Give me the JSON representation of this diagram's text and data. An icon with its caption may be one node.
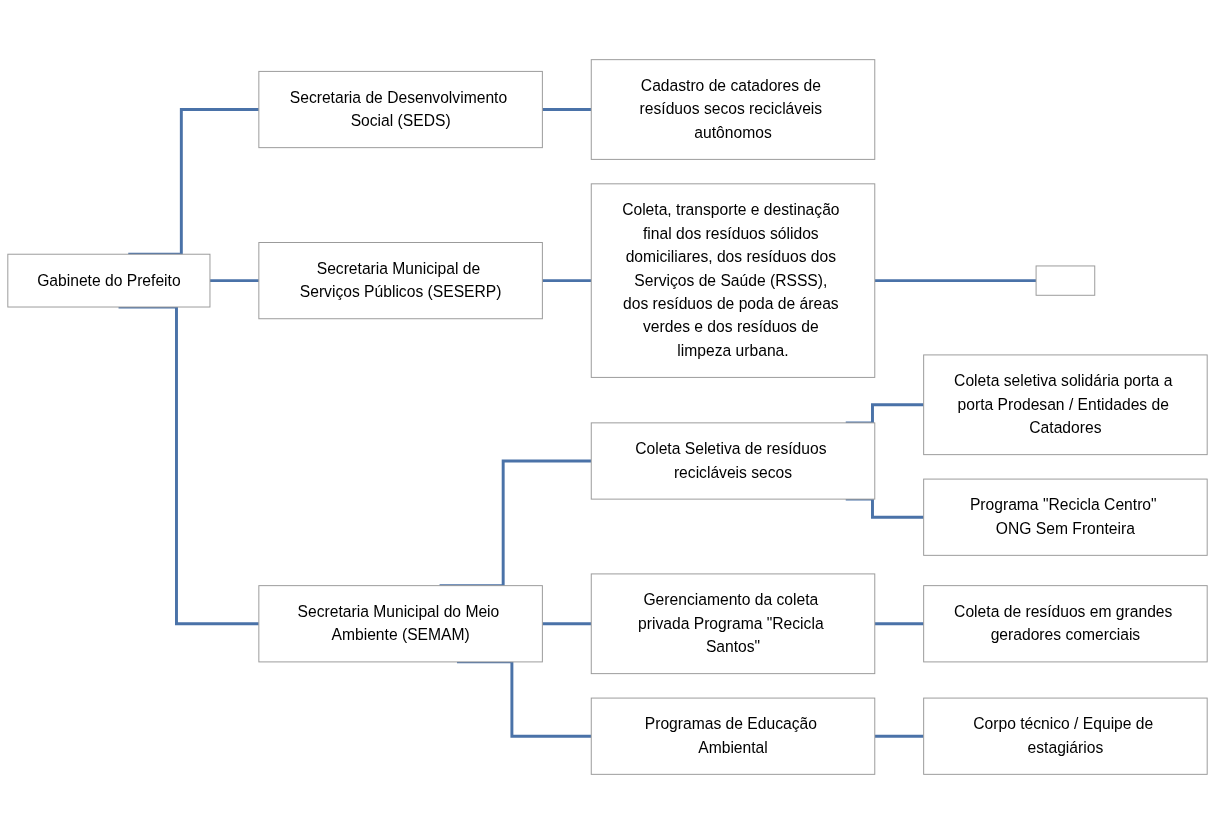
{
  "diagram": {
    "nodes": [
      {
        "text": [
          "Gabinete do Prefeito"
        ]
      },
      {
        "text": [
          "Secretaria de Desenvolvimento Social (SEDS)"
        ]
      },
      {
        "text": [
          "Cadastro de catadores de resíduos secos recicláveis autônomos"
        ]
      },
      {
        "text": [
          "Secretaria Municipal de Serviços Públicos (SESERP)"
        ]
      },
      {
        "text": [
          "Coleta, transporte e destinação final dos resíduos sólidos domiciliares, dos resíduos dos Serviços de Saúde (RSSS), dos resíduos de poda de áreas verdes e dos resíduos de limpeza urbana."
        ]
      },
      {
        "text": [],
        "shape": "box"
      },
      {
        "text": [
          "Secretaria Municipal do Meio Ambiente (SEMAM)"
        ]
      },
      {
        "text": [
          "Coleta Seletiva de resíduos recicláveis secos"
        ]
      },
      {
        "text": [
          "Coleta seletiva solidária porta a porta Prodesan / Entidades de Catadores"
        ]
      },
      {
        "text": [
          "Programa \"Recicla Centro\" ONG Sem Fronteira"
        ]
      },
      {
        "text": [
          "Gerenciamento da coleta privada Programa \"Recicla Santos\""
        ]
      },
      {
        "text": [
          "Coleta de resíduos em grandes geradores comerciais"
        ]
      },
      {
        "text": [
          "Programas de Educação Ambiental"
        ]
      },
      {
        "text": [
          "Corpo técnico / Equipe de estagiários"
        ]
      }
    ],
    "edges": [
      {
        "from": 0,
        "to": 1,
        "arrow": "none"
      },
      {
        "from": 0,
        "to": 3,
        "arrow": "none"
      },
      {
        "from": 0,
        "to": 6,
        "arrow": "none"
      },
      {
        "from": 1,
        "to": 2,
        "arrow": "none"
      },
      {
        "from": 3,
        "to": 4,
        "arrow": "none"
      },
      {
        "from": 4,
        "to": 5,
        "arrow": "none"
      },
      {
        "from": 6,
        "to": 7,
        "arrow": "none"
      },
      {
        "from": 6,
        "to": 10,
        "arrow": "none"
      },
      {
        "from": 6,
        "to": 12,
        "arrow": "none"
      },
      {
        "from": 7,
        "to": 8,
        "arrow": "none"
      },
      {
        "from": 7,
        "to": 9,
        "arrow": "none"
      },
      {
        "from": 10,
        "to": 11,
        "arrow": "none"
      },
      {
        "from": 12,
        "to": 13,
        "arrow": "none"
      }
    ]
  }
}
